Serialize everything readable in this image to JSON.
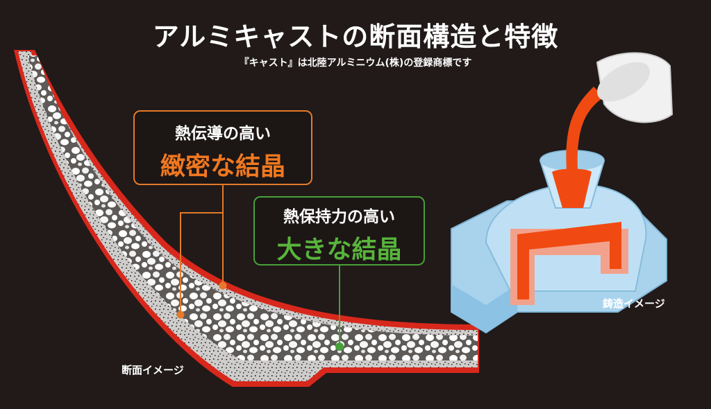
{
  "title": "アルミキャストの断面構造と特徴",
  "subtitle": "『キャスト』は北陸アルミニウム(株)の登録商標です",
  "callouts": {
    "fine_crystal": {
      "line1": "熱伝導の高い",
      "line2": "緻密な結晶",
      "color": "#f07820"
    },
    "large_crystal": {
      "line1": "熱保持力の高い",
      "line2": "大きな結晶",
      "color": "#58b43c"
    }
  },
  "captions": {
    "section_image": "断面イメージ",
    "casting_image": "鋳造イメージ"
  },
  "colors": {
    "background": "#211a19",
    "edge_red": "#d8281c",
    "mold_blue": "#a9d3ec",
    "molten_orange": "#f04a12"
  }
}
